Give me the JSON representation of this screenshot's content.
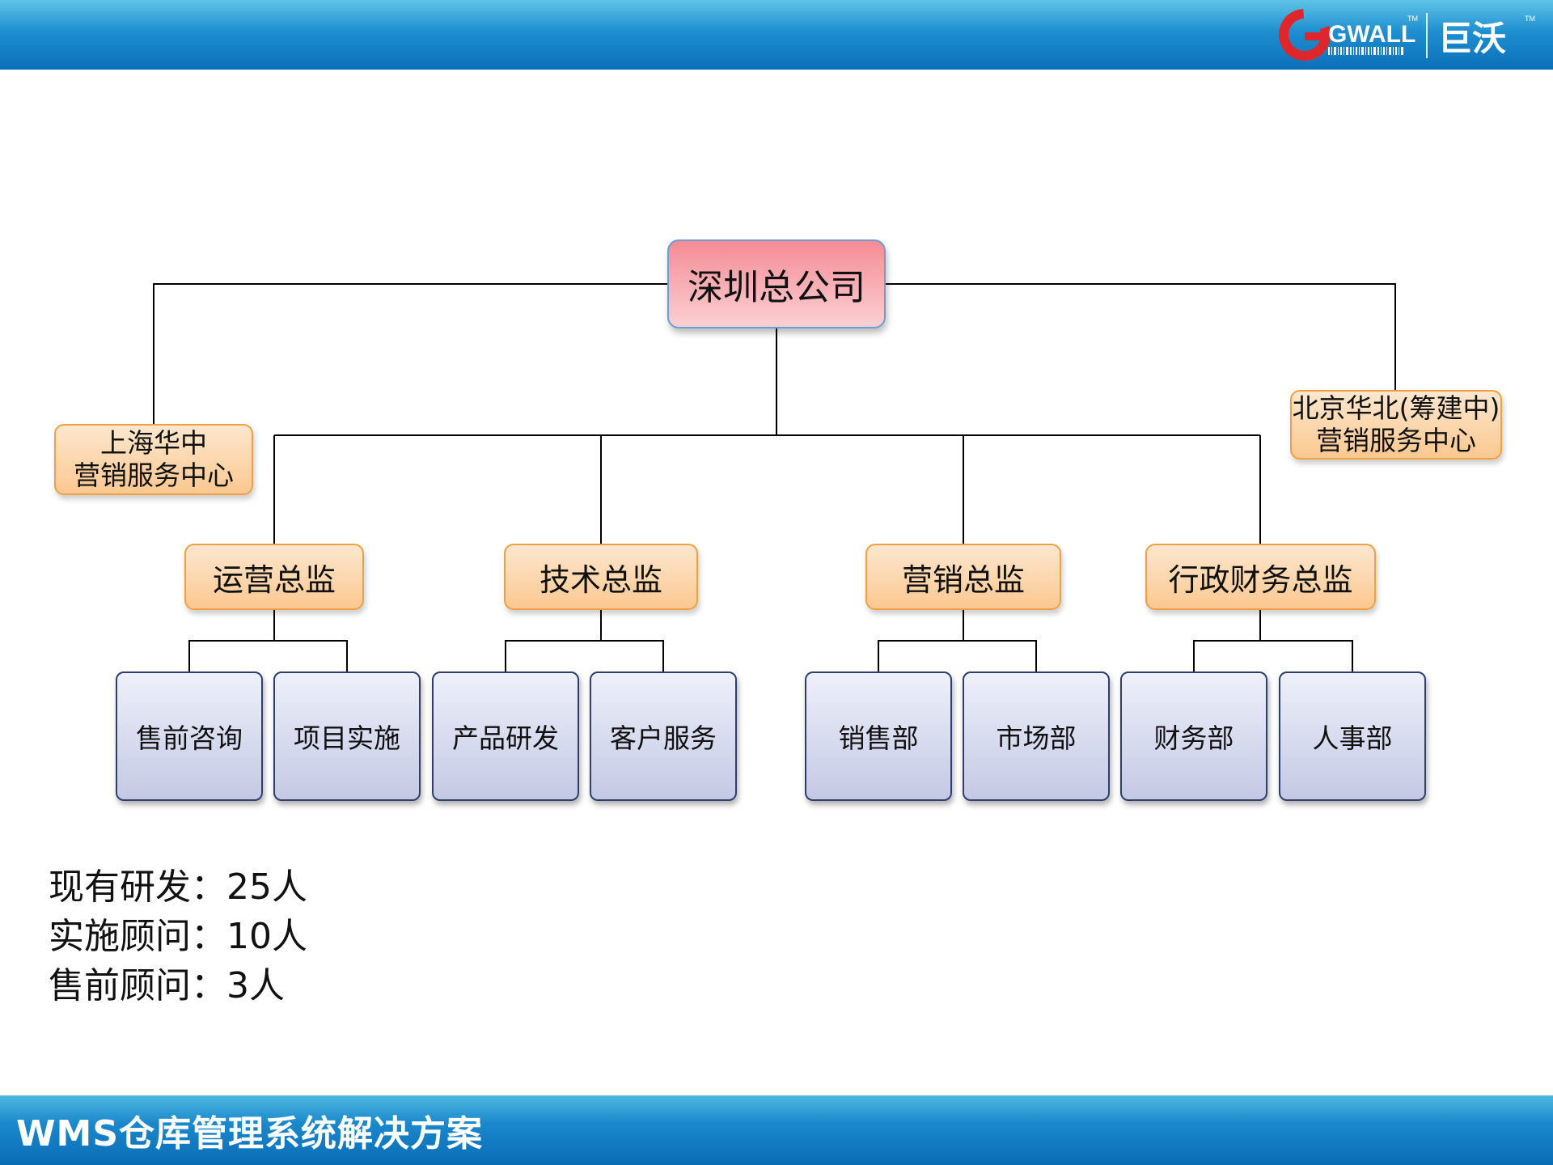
{
  "header": {
    "logo_text": "GWALL",
    "logo_brand_cn": "巨沃",
    "logo_tm": "TM"
  },
  "org": {
    "root": "深圳总公司",
    "branch_left": {
      "line1": "上海华中",
      "line2": "营销服务中心"
    },
    "branch_right": {
      "line1": "北京华北(筹建中)",
      "line2": "营销服务中心"
    },
    "directors": [
      "运营总监",
      "技术总监",
      "营销总监",
      "行政财务总监"
    ],
    "departments": [
      "售前咨询",
      "项目实施",
      "产品研发",
      "客户服务",
      "销售部",
      "市场部",
      "财务部",
      "人事部"
    ]
  },
  "stats": [
    {
      "label": "现有研发",
      "value": "25人"
    },
    {
      "label": "实施顾问",
      "value": "10人"
    },
    {
      "label": "售前顾问",
      "value": "3人"
    }
  ],
  "footer": {
    "title": "WMS仓库管理系统解决方案"
  },
  "colors": {
    "header_blue": "#1f8fd0",
    "root_pink": "#f58b95",
    "orange_fill": "#fbc890",
    "dept_fill": "#c4c9e4",
    "logo_red": "#e0262d"
  }
}
